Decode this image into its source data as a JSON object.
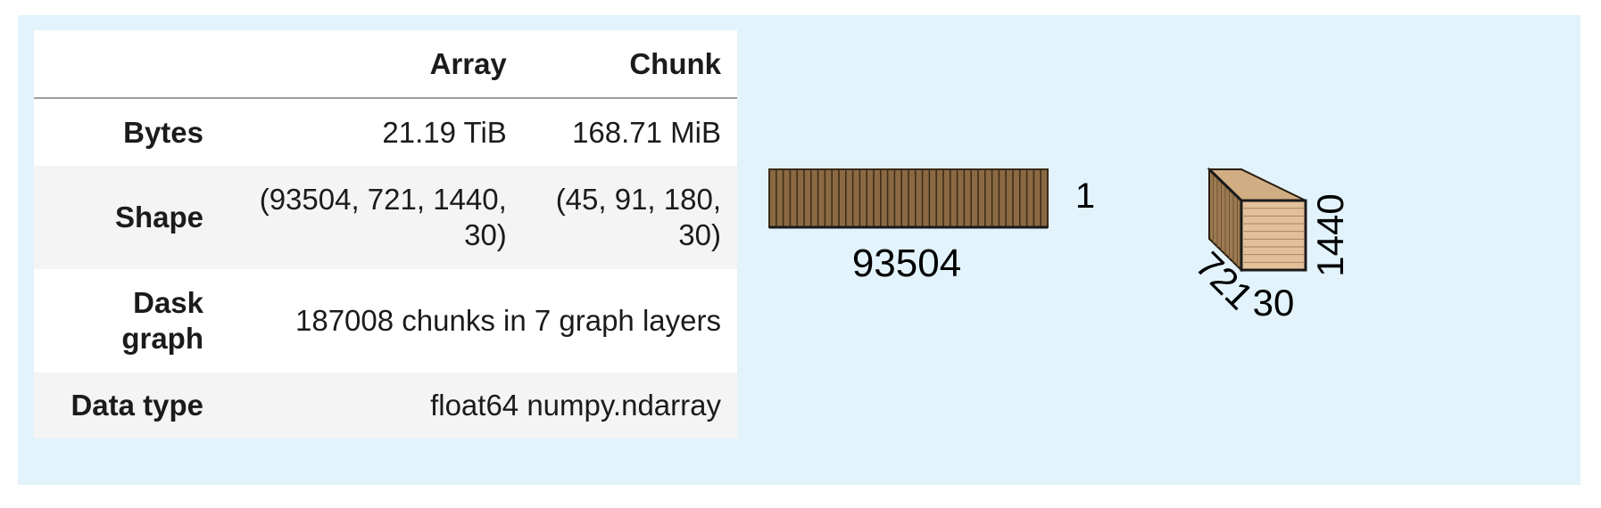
{
  "table": {
    "headers": [
      "",
      "Array",
      "Chunk"
    ],
    "rows": {
      "bytes": {
        "label": "Bytes",
        "array": "21.19 TiB",
        "chunk": "168.71 MiB"
      },
      "shape": {
        "label": "Shape",
        "array_line1": "(93504, 721, 1440,",
        "array_line2": "30)",
        "chunk_line1": "(45, 91, 180,",
        "chunk_line2": "30)"
      },
      "dask_graph": {
        "label_line1": "Dask",
        "label_line2": "graph",
        "value": "187008 chunks in 7 graph layers"
      },
      "data_type": {
        "label": "Data type",
        "value": "float64 numpy.ndarray"
      }
    }
  },
  "diagram": {
    "bar_width_label": "93504",
    "bar_height_label": "1",
    "cube_depth_label": "721",
    "cube_width_label": "30",
    "cube_height_label": "1440"
  },
  "colors": {
    "panel_bg": "#e2f3fb",
    "chunk_fill": "#8b6a43",
    "chunk_front": "#e2c09a"
  }
}
